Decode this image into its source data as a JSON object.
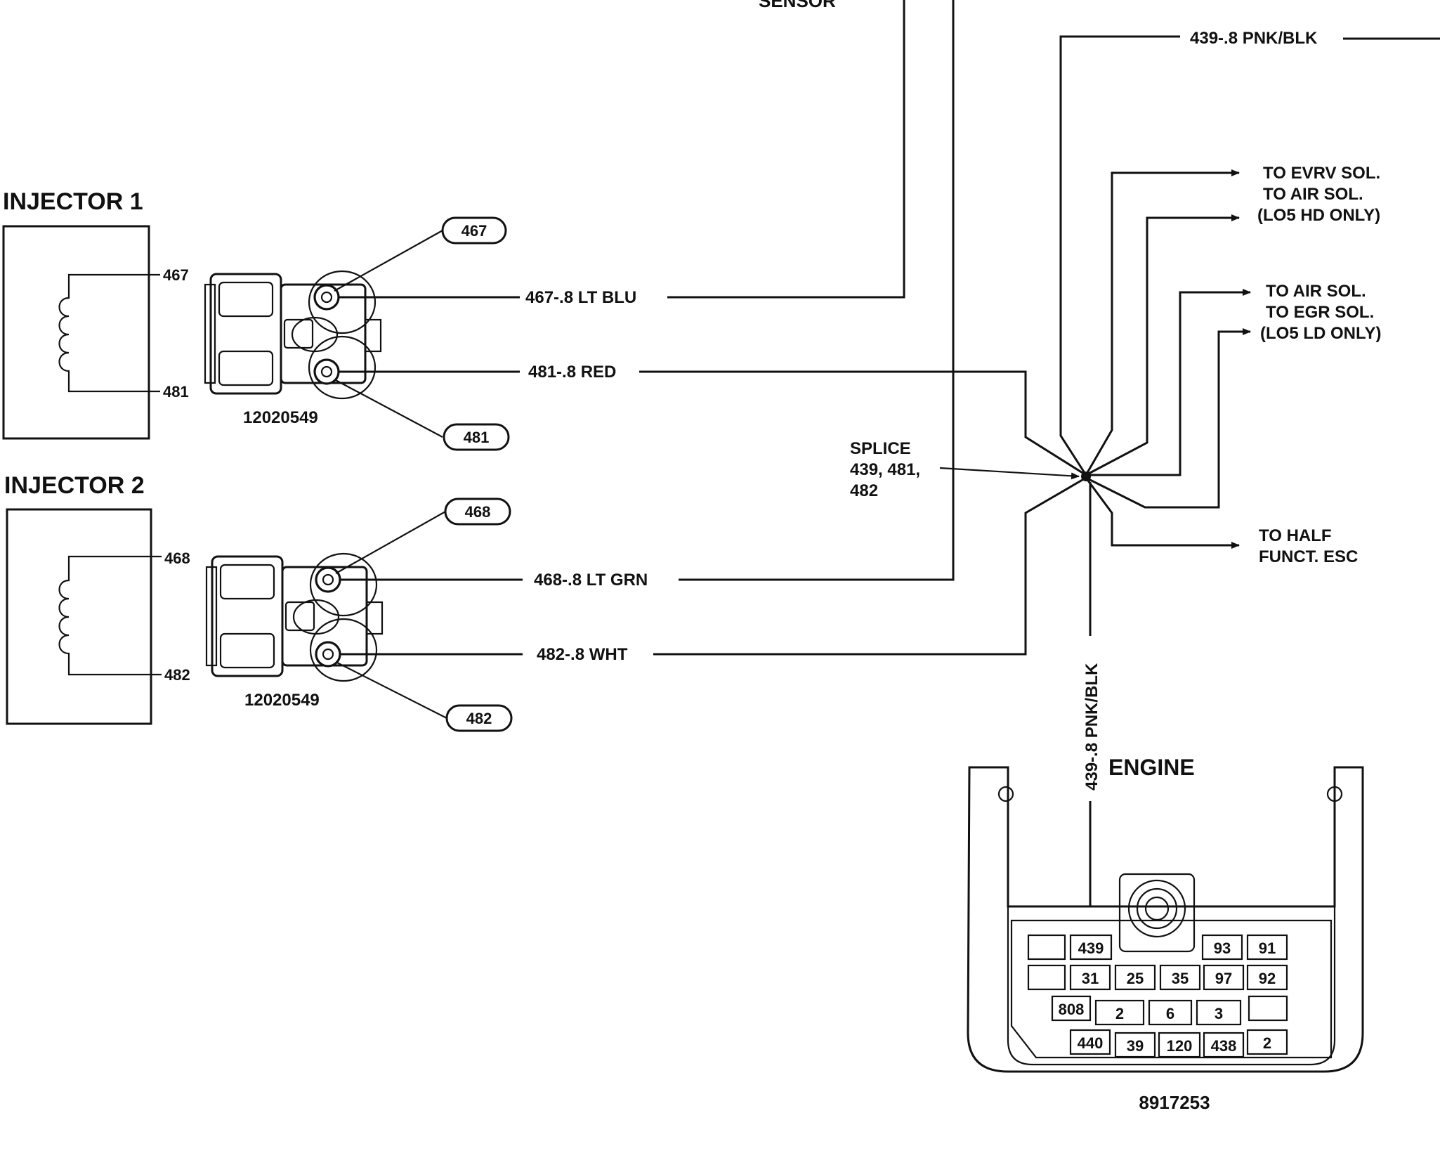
{
  "top_fragment": "SENSOR",
  "injector1": {
    "title": "INJECTOR 1",
    "pin_top": "467",
    "pin_bottom": "481",
    "part_number": "12020549",
    "tag_top": "467",
    "tag_bottom": "481",
    "wire_top": "467-.8 LT BLU",
    "wire_bottom": "481-.8 RED"
  },
  "injector2": {
    "title": "INJECTOR 2",
    "pin_top": "468",
    "pin_bottom": "482",
    "part_number": "12020549",
    "tag_top": "468",
    "tag_bottom": "482",
    "wire_top": "468-.8 LT GRN",
    "wire_bottom": "482-.8 WHT"
  },
  "top_wire": "439-.8 PNK/BLK",
  "splice": {
    "line1": "SPLICE",
    "line2": "439, 481,",
    "line3": "482"
  },
  "destinations": {
    "evrv_1": "TO EVRV SOL.",
    "evrv_2": "TO AIR SOL.",
    "evrv_3": "(LO5 HD ONLY)",
    "egr_1": "TO AIR SOL.",
    "egr_2": "TO EGR SOL.",
    "egr_3": "(LO5 LD ONLY)",
    "esc_1": "TO HALF",
    "esc_2": "FUNCT. ESC"
  },
  "vertical_wire": "439-.8 PNK/BLK",
  "engine": {
    "title": "ENGINE",
    "part_number": "8917253",
    "row1": [
      "",
      "439",
      "93",
      "91"
    ],
    "row2": [
      "",
      "31",
      "25",
      "35",
      "97",
      "92"
    ],
    "row3": [
      "808",
      "2",
      "6",
      "3",
      ""
    ],
    "row4": [
      "440",
      "39",
      "120",
      "438",
      "2"
    ]
  }
}
